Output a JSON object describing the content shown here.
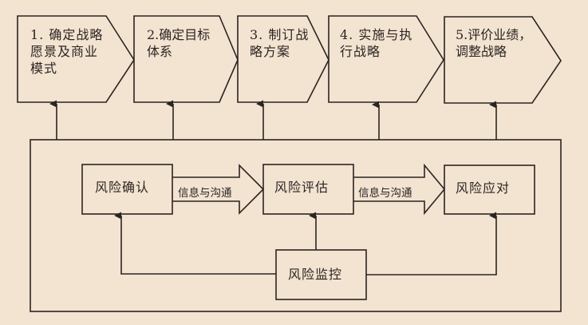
{
  "colors": {
    "background": "#f3e3d1",
    "stroke": "#2a2522"
  },
  "stages": [
    {
      "id": "stage-1",
      "lines": [
        "1. 确定战略",
        "愿景及商业",
        "模式"
      ]
    },
    {
      "id": "stage-2",
      "lines": [
        "2.确定目标",
        "体系"
      ]
    },
    {
      "id": "stage-3",
      "lines": [
        "3. 制订战",
        "略方案"
      ]
    },
    {
      "id": "stage-4",
      "lines": [
        "4. 实施与执",
        "行战略"
      ]
    },
    {
      "id": "stage-5",
      "lines": [
        "5.评价业绩，",
        "调整战略"
      ]
    }
  ],
  "risk": {
    "identify": "风险确认",
    "assess": "风险评估",
    "respond": "风险应对",
    "monitor": "风险监控",
    "flow1": "信息与沟通",
    "flow2": "信息与沟通"
  }
}
